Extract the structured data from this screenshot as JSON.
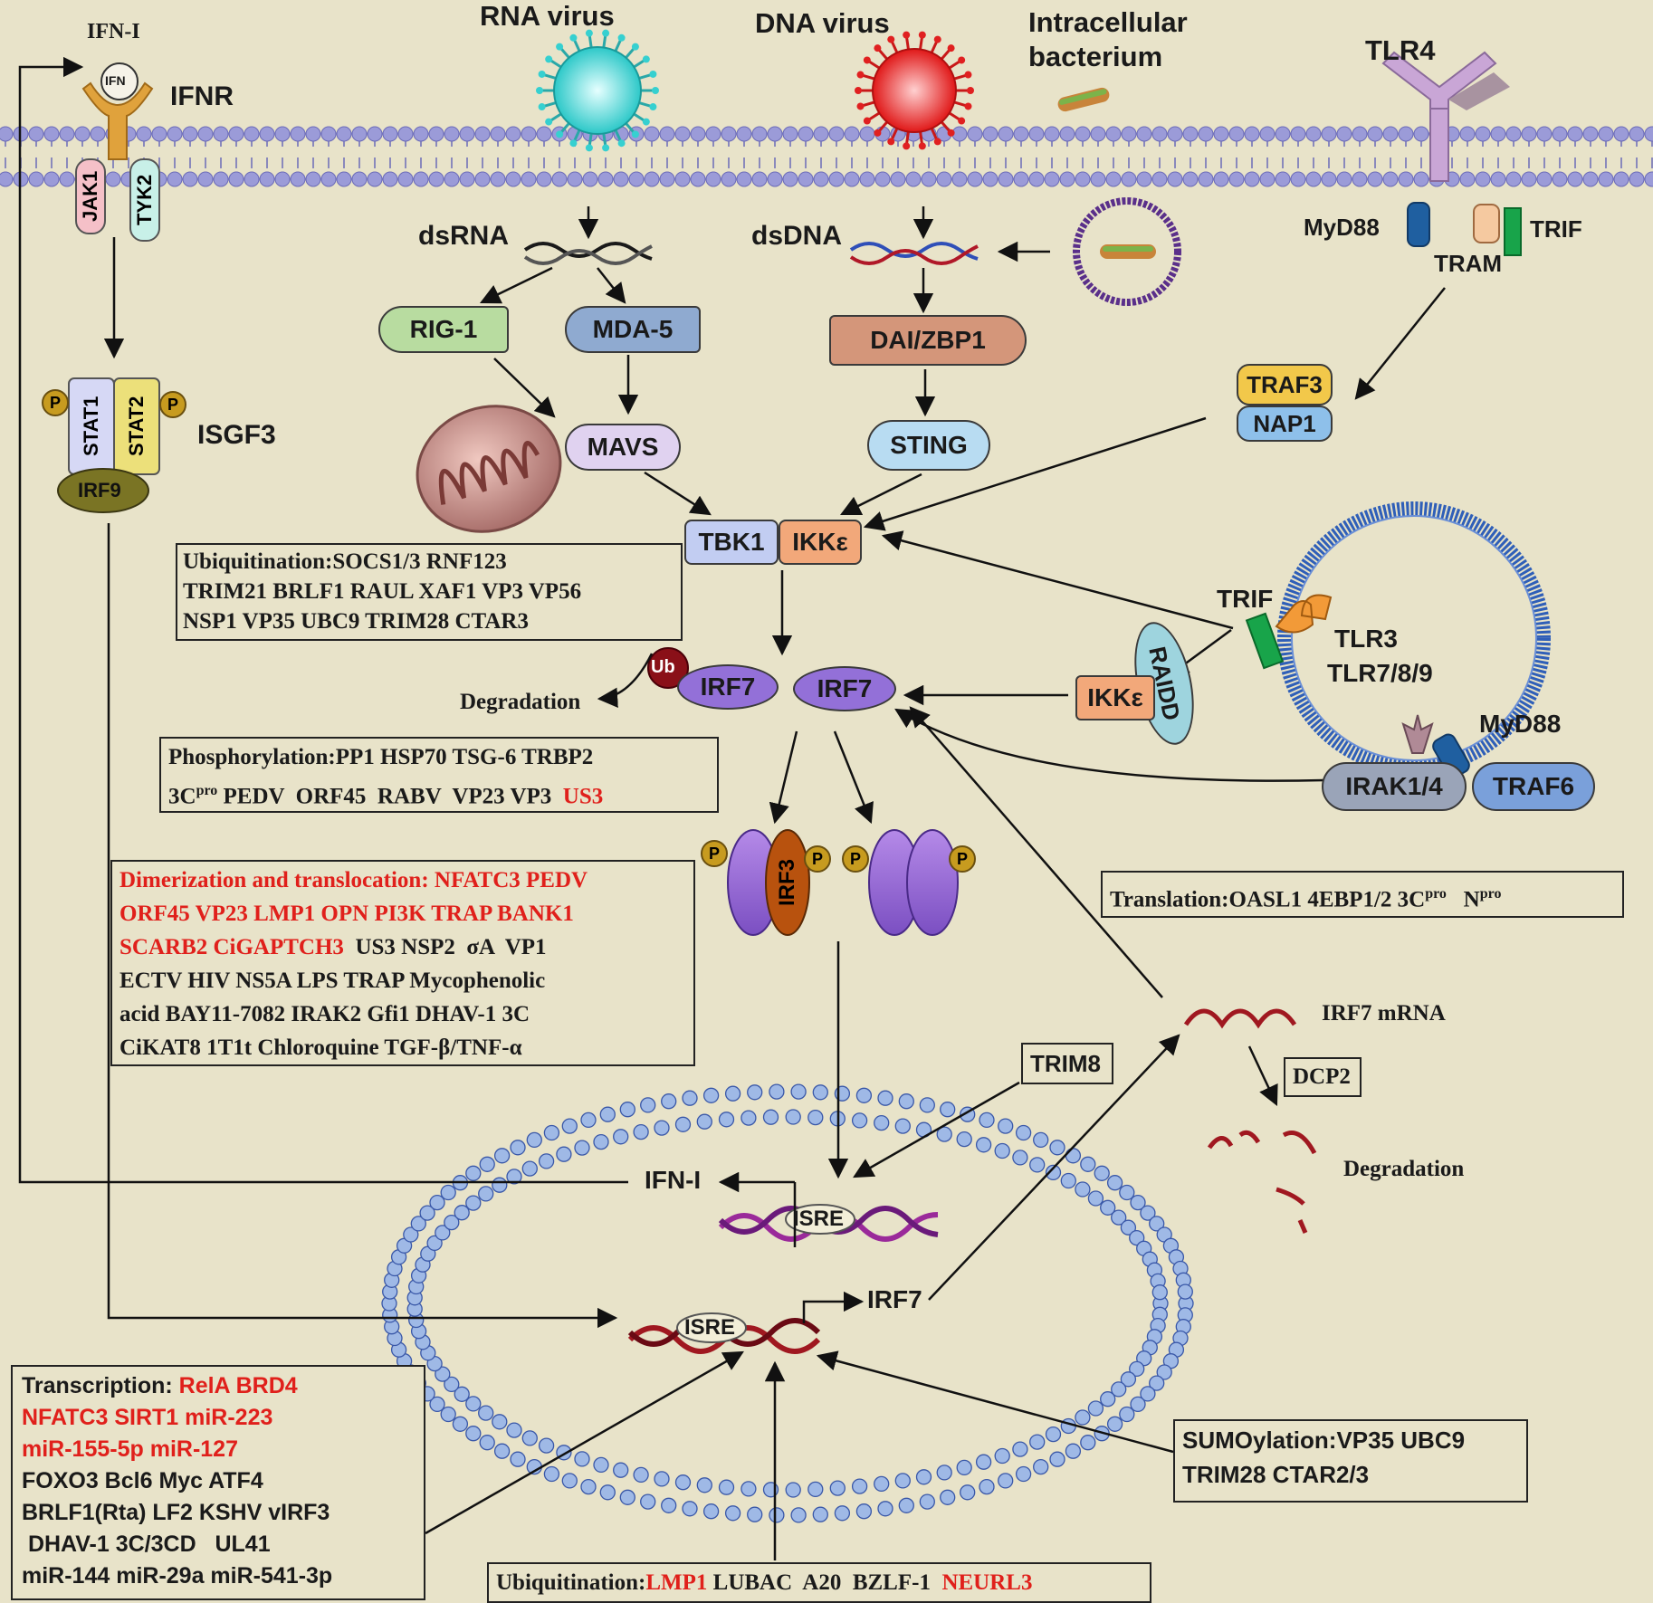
{
  "colors": {
    "background": "#e8e3c9",
    "membrane_bead": "#9b9bd8",
    "nuclear_bead": "#9fb9e6",
    "red_text": "#e0201b"
  },
  "top": {
    "rna_virus": "RNA virus",
    "dna_virus": "DNA virus",
    "bacterium": "Intracellular\nbacterium",
    "tlr4": "TLR4",
    "ifn_i_top": "IFN-I",
    "ifn_ball": "IFN",
    "ifnr": "IFNR"
  },
  "receptors": {
    "jak1": "JAK1",
    "tyk2": "TYK2",
    "myd88_top": "MyD88",
    "trif_top": "TRIF",
    "tram": "TRAM"
  },
  "isgf3": {
    "p": "P",
    "stat1": "STAT1",
    "stat2": "STAT2",
    "irf9": "IRF9",
    "label": "ISGF3"
  },
  "sensing": {
    "dsrna": "dsRNA",
    "dsdna": "dsDNA",
    "rig1": "RIG-1",
    "mda5": "MDA-5",
    "dai": "DAI/ZBP1",
    "mavs": "MAVS",
    "sting": "STING",
    "traf3": "TRAF3",
    "nap1": "NAP1",
    "tbk1": "TBK1",
    "ikke": "IKKε"
  },
  "endosome": {
    "trif": "TRIF",
    "tlr3": "TLR3",
    "tlr789": "TLR7/8/9",
    "myd88": "MyD88",
    "raidd": "RAIDD",
    "ikke": "IKKε",
    "irak": "IRAK1/4",
    "traf6": "TRAF6"
  },
  "irf7": {
    "ub": "Ub",
    "irf7_a": "IRF7",
    "irf7_b": "IRF7",
    "degradation": "Degradation",
    "irf3": "IRF3",
    "p": "P"
  },
  "boxes": {
    "ubiquitination_top": [
      "Ubiquitination:SOCS1/3 RNF123",
      "TRIM21 BRLF1  RAUL XAF1 VP3  VP56",
      "NSP1  VP35  UBC9  TRIM28  CTAR3"
    ],
    "phosphorylation": {
      "line1": "Phosphorylation:PP1  HSP70  TSG-6  TRBP2",
      "line2_a": "3C",
      "line2_sup": "pro",
      "line2_b": " PEDV  ORF45  RABV  VP23 VP3  ",
      "line2_red": "US3"
    },
    "dimerization": {
      "red_lines": [
        "Dimerization and translocation: NFATC3 PEDV",
        "ORF45 VP23 LMP1  OPN PI3K TRAP  BANK1"
      ],
      "line3_red": "SCARB2  CiGAPTCH3",
      "line3_black": "  US3 NSP2  σA  VP1",
      "black_lines": [
        "ECTV  HIV   NS5A   LPS TRAP  Mycophenolic",
        "acid  BAY11-7082  IRAK2   Gfi1  DHAV-1 3C",
        "CiKAT8  1T1t  Chloroquine TGF-β/TNF-α"
      ]
    },
    "translation": {
      "a": "Translation:OASL1  4EBP1/2  3C",
      "sup1": "pro",
      "b": "   N",
      "sup2": "pro"
    },
    "trim8": "TRIM8",
    "dcp2": "DCP2",
    "transcription": {
      "line1_black": "Transcription: ",
      "line1_red": "RelA  BRD4",
      "red_lines": [
        "NFATC3  SIRT1  miR-223",
        "miR-155-5p  miR-127"
      ],
      "black_lines": [
        "FOXO3  Bcl6  Myc  ATF4",
        "BRLF1(Rta)  LF2  KSHV  vIRF3",
        " DHAV-1 3C/3CD   UL41",
        "miR-144  miR-29a  miR-541-3p"
      ]
    },
    "sumoylation": [
      "SUMOylation:VP35  UBC9",
      "TRIM28  CTAR2/3"
    ],
    "ubiquitination_bottom": {
      "label": "Ubiquitination:",
      "red1": "LMP1",
      "black": " LUBAC  A20  BZLF-1  ",
      "red2": "NEURL3"
    }
  },
  "nucleus": {
    "ifn_i": "IFN-I",
    "isre_top": "ISRE",
    "isre_bottom": "ISRE",
    "irf7_out": "IRF7",
    "irf7_mrna": "IRF7 mRNA",
    "degradation": "Degradation"
  }
}
